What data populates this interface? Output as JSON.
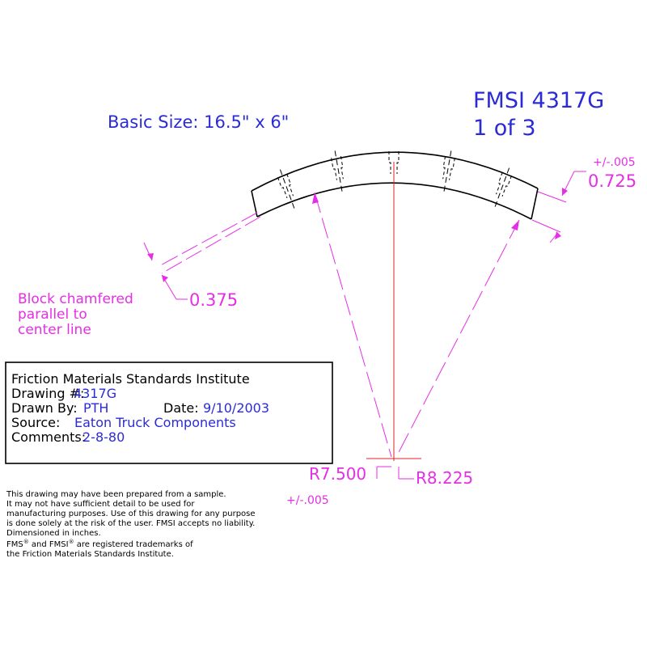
{
  "header": {
    "basic_size": "Basic Size: 16.5\" x 6\"",
    "fmsi_number": "FMSI 4317G",
    "sheet": "1 of 3"
  },
  "dimensions": {
    "thickness_tol": "+/-.005",
    "thickness": "0.725",
    "chamfer": "0.375",
    "inner_radius": "R7.500",
    "outer_radius": "R8.225",
    "radius_tol": "+/-.005"
  },
  "note": {
    "line1": "Block chamfered",
    "line2": "parallel to",
    "line3": "center line"
  },
  "title_block": {
    "org": "Friction Materials Standards Institute",
    "drawing_label": "Drawing #:",
    "drawing_value": "4317G",
    "drawn_by_label": "Drawn By:",
    "drawn_by_value": "PTH",
    "date_label": "Date:",
    "date_value": "9/10/2003",
    "source_label": "Source:",
    "source_value": "Eaton Truck Components",
    "comments_label": "Comments:",
    "comments_value": "2-8-80"
  },
  "disclaimer": {
    "l1": "This drawing may have been prepared from a sample.",
    "l2": "It may not have sufficient detail to be used for",
    "l3": "manufacturing purposes.  Use of this drawing for any purpose",
    "l4": "is done solely at the risk of the user. FMSI accepts no liability.",
    "l5": "Dimensioned in inches.",
    "l6a": "FMS",
    "l6b": " and FMSI",
    "l6c": " are registered trademarks of",
    "l7": "the Friction Materials Standards Institute.",
    "reg": "®"
  },
  "colors": {
    "text_blue": "#2b2bd6",
    "dimension_magenta": "#e62ee6",
    "centerline_red": "#e02020",
    "outline": "#000000"
  }
}
